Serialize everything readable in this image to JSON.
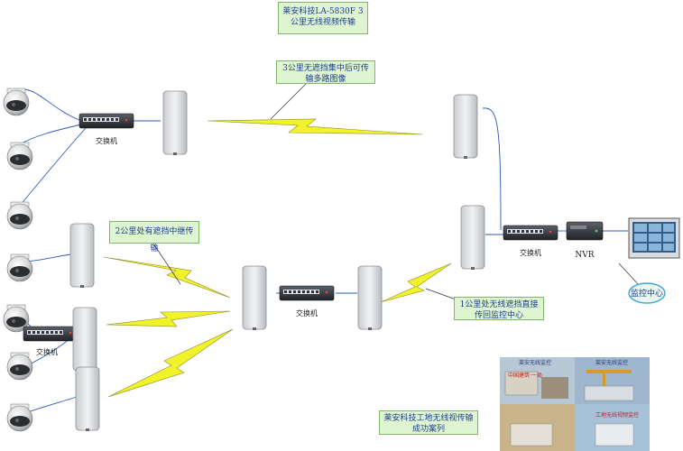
{
  "callouts": {
    "title": "莱安科技LA-5830F 3公里无线视频传输",
    "unobstructed": "3公里无遮挡集中后可传输多路图像",
    "relay": "2公里处有遮挡中继传输",
    "direct": "1公里处无线遮挡直接传回监控中心",
    "case": "莱安科技工地无线视传输成功案列"
  },
  "labels": {
    "switch": "交换机",
    "nvr": "NVR",
    "monitor_center": "监控中心"
  },
  "case_photo": {
    "captions": [
      "莱安无线监控",
      "莱安无线监控",
      "中国建筑·一局",
      "工地无线视频监控"
    ]
  },
  "colors": {
    "callout_bg": "#dff5d2",
    "callout_border": "#7fb86a",
    "callout_text": "#1a3d8f",
    "wireless_bolt": "#f2f22a",
    "cable": "#2b5bb8",
    "monitor_ring": "#3aa7d9"
  }
}
